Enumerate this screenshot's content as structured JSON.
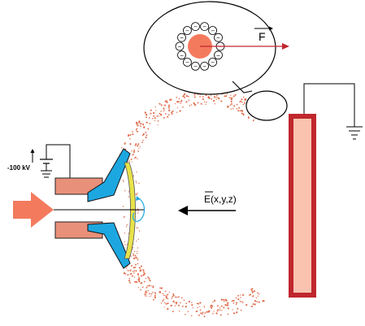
{
  "labels": {
    "voltage": "-100 kV",
    "field": "E(x,y,z)",
    "force": "F"
  },
  "ion": {
    "charge_signs": [
      "−",
      "−",
      "−",
      "−",
      "−",
      "−",
      "−",
      "−",
      "−",
      "−",
      "−",
      "−",
      "−",
      "−"
    ]
  },
  "colors": {
    "droplet": "#f47a5e",
    "applicator_body": "#e8907a",
    "bell_cup": "#1da7e0",
    "bell_edge": "#e8e24a",
    "target_outer": "#c0272d",
    "target_inner": "#f9c3b0",
    "spray_dots": "#e07050",
    "force_arrow": "#c0272d",
    "rotation_arrow": "#1da7e0"
  }
}
